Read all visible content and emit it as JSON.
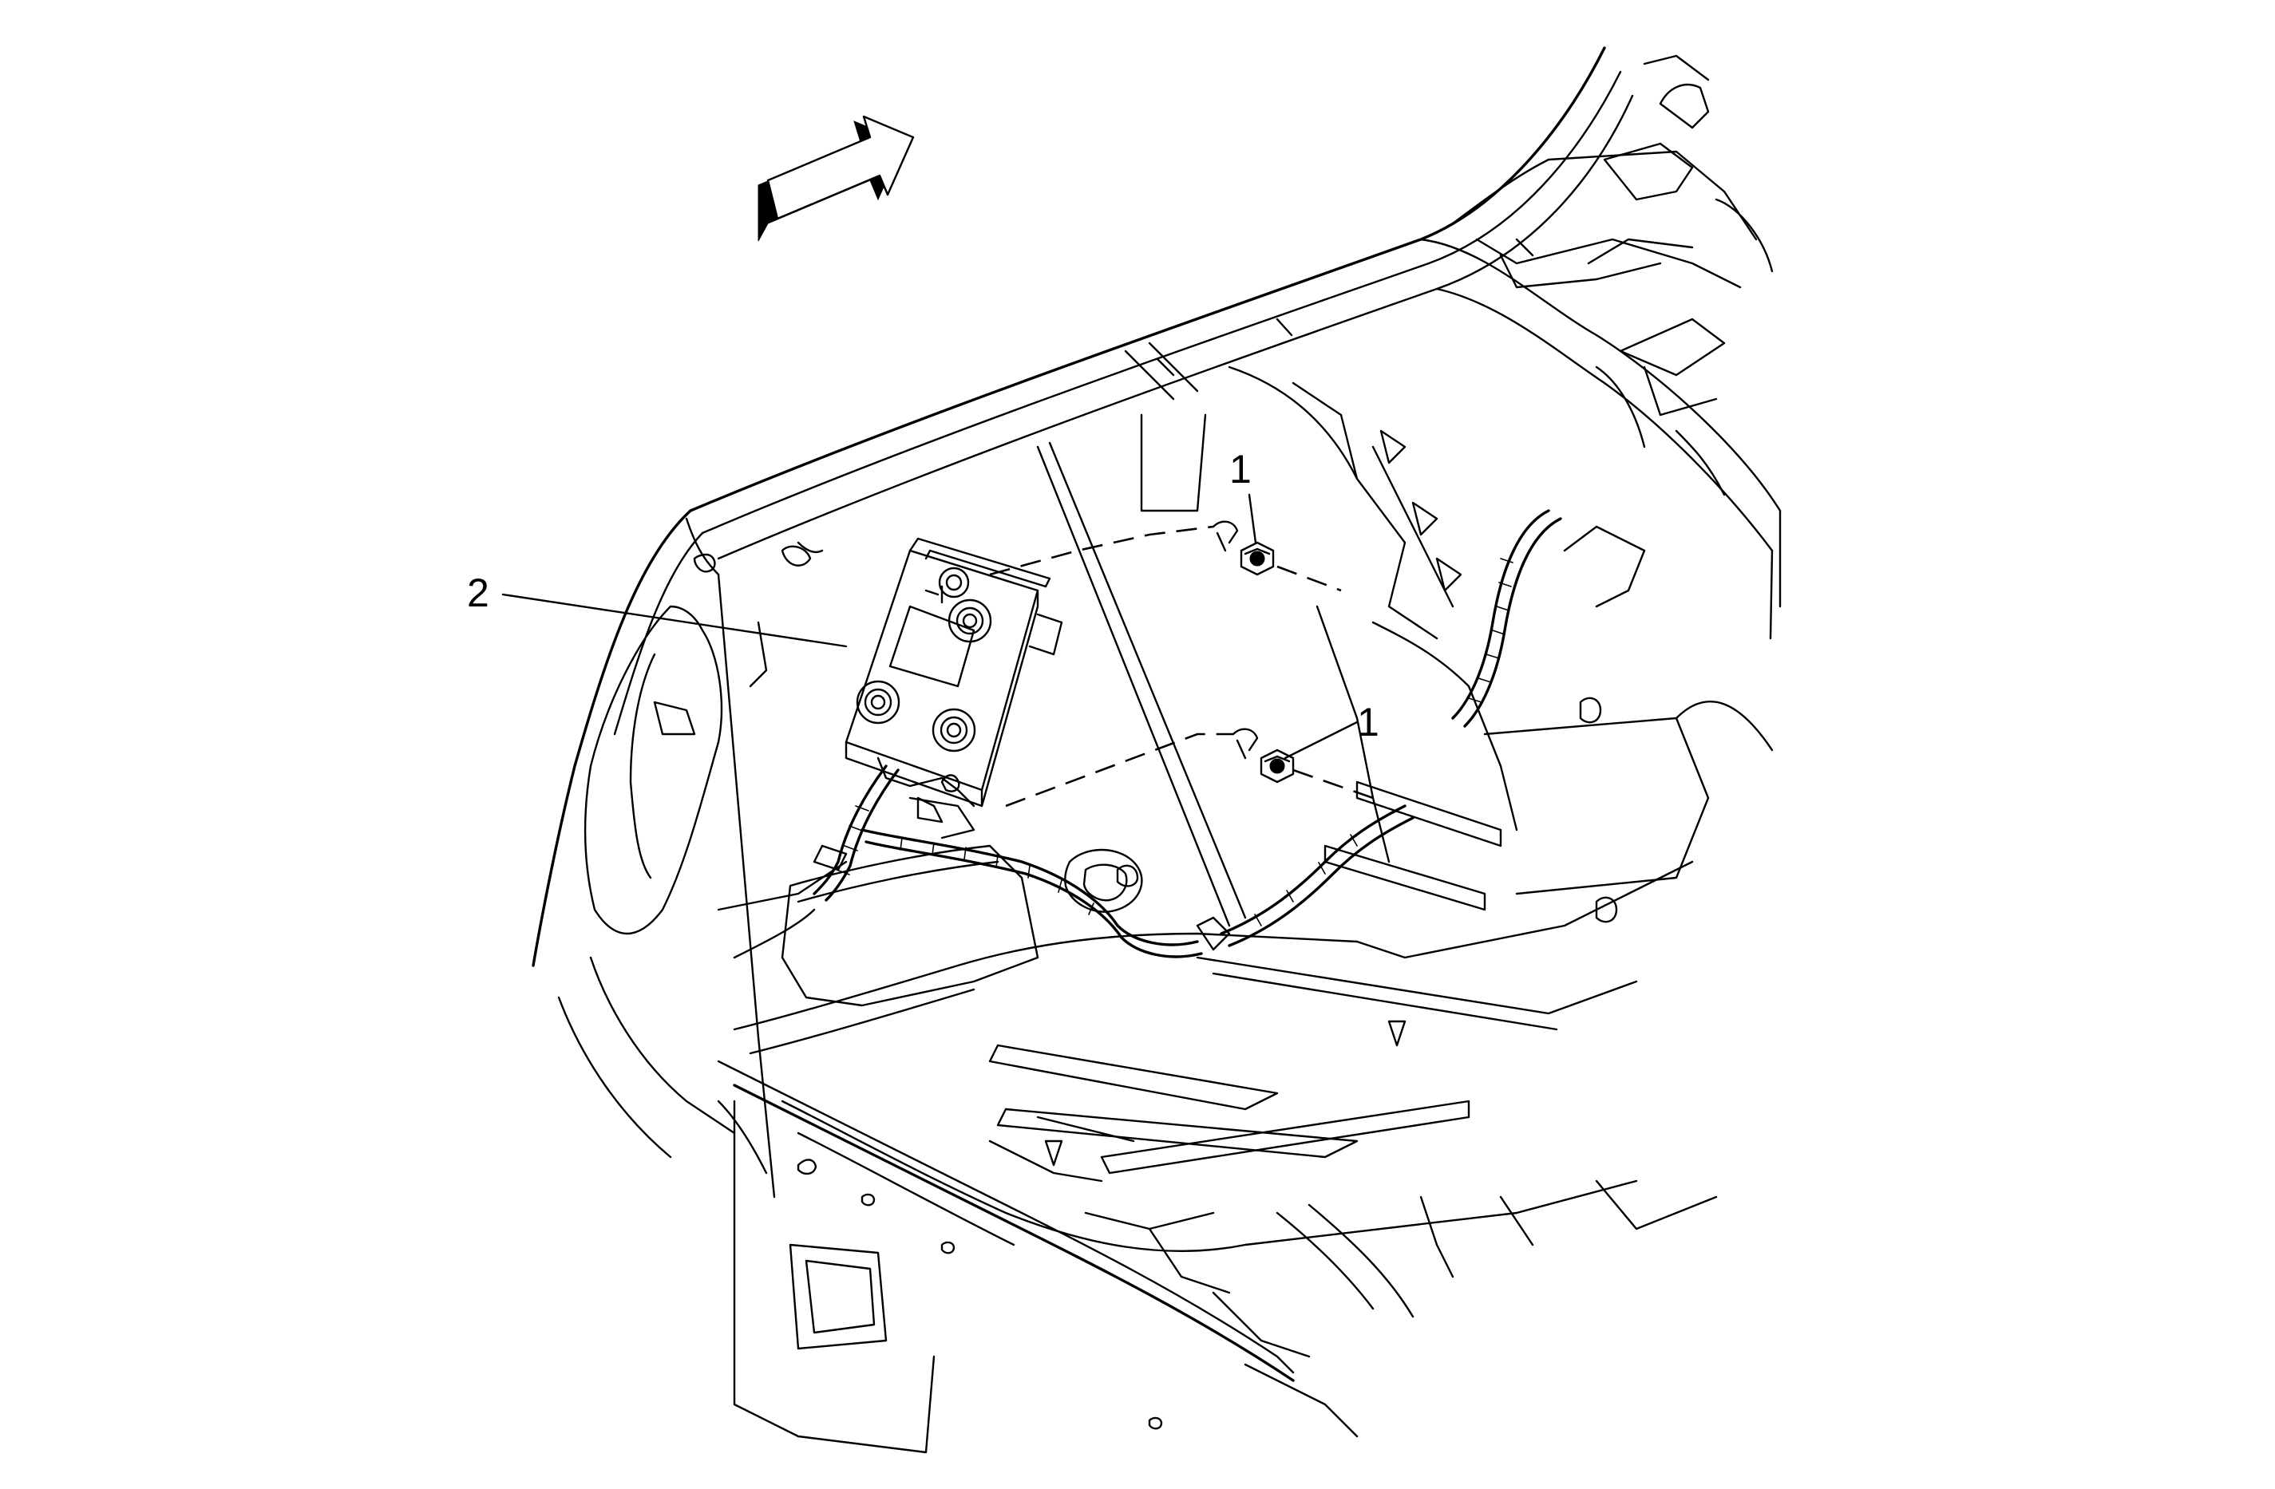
{
  "figure": {
    "background": "#ffffff",
    "line_color": "#000000",
    "description_icon": "direction-arrow-icon"
  },
  "callouts": [
    {
      "id": "callout-1-upper",
      "label": "1",
      "part": "nut"
    },
    {
      "id": "callout-1-lower",
      "label": "1",
      "part": "nut"
    },
    {
      "id": "callout-2",
      "label": "2",
      "part": "module"
    }
  ]
}
